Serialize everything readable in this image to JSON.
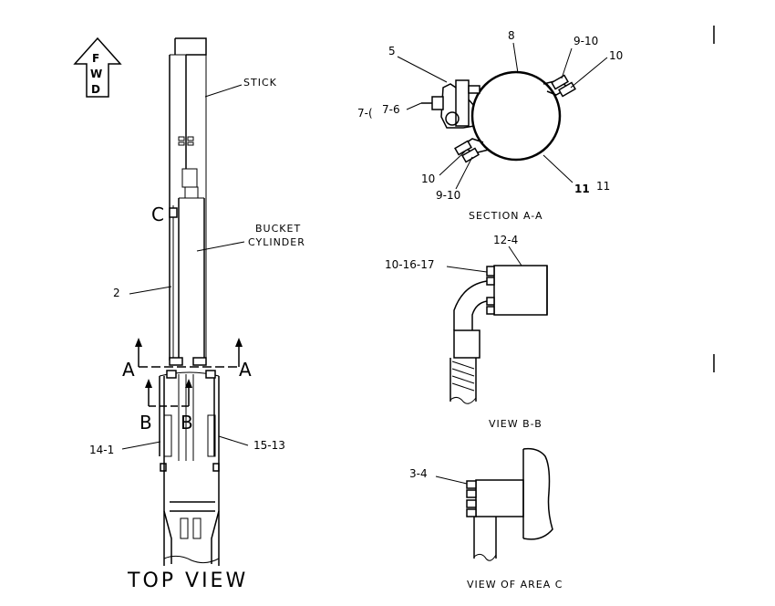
{
  "fwd_letters": [
    "F",
    "W",
    "D"
  ],
  "top_view": {
    "title": "TOP VIEW",
    "stick": "STICK",
    "bucket_cylinder_line1": "BUCKET",
    "bucket_cylinder_line2": "CYLINDER",
    "callout_c": "C",
    "part_2": "2",
    "section_a_left": "A",
    "section_a_right": "A",
    "section_b_left": "B",
    "section_b_right": "B",
    "part_14_1": "14-1",
    "part_15_13": "15-13"
  },
  "section_a": {
    "caption": "SECTION A-A",
    "p5": "5",
    "p8": "8",
    "p9_10_top": "9-10",
    "p10_top": "10",
    "p7_6": "7-6",
    "p7_prefix": "7-(",
    "p10_bottom": "10",
    "p9_10_bottom": "9-10",
    "p11a": "11",
    "p11b": "11"
  },
  "view_b": {
    "caption": "VIEW B-B",
    "p12_4": "12-4",
    "p10_16_17": "10-16-17"
  },
  "view_c": {
    "caption": "VIEW OF AREA C",
    "p3_4": "3-4"
  }
}
